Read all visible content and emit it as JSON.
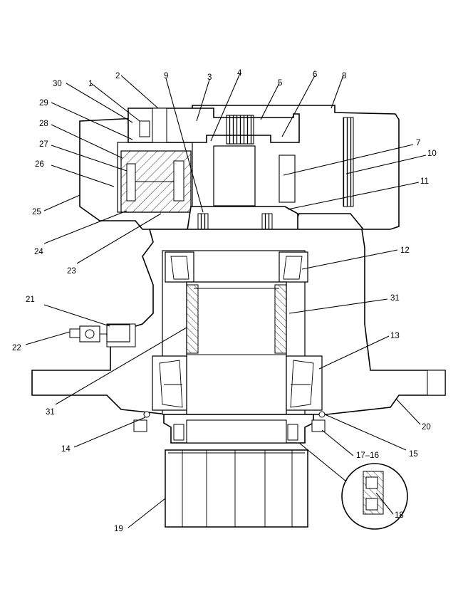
{
  "figure": {
    "colors": {
      "ink": "#000000",
      "paper": "#ffffff"
    },
    "labels": [
      {
        "id": "30",
        "text": "30"
      },
      {
        "id": "1",
        "text": "1"
      },
      {
        "id": "2",
        "text": "2"
      },
      {
        "id": "9",
        "text": "9"
      },
      {
        "id": "3",
        "text": "3"
      },
      {
        "id": "4",
        "text": "4"
      },
      {
        "id": "5",
        "text": "5"
      },
      {
        "id": "6",
        "text": "6"
      },
      {
        "id": "8",
        "text": "8"
      },
      {
        "id": "29",
        "text": "29"
      },
      {
        "id": "28",
        "text": "28"
      },
      {
        "id": "27",
        "text": "27"
      },
      {
        "id": "26",
        "text": "26"
      },
      {
        "id": "25",
        "text": "25"
      },
      {
        "id": "24",
        "text": "24"
      },
      {
        "id": "23",
        "text": "23"
      },
      {
        "id": "7",
        "text": "7"
      },
      {
        "id": "10",
        "text": "10"
      },
      {
        "id": "11",
        "text": "11"
      },
      {
        "id": "12",
        "text": "12"
      },
      {
        "id": "21",
        "text": "21"
      },
      {
        "id": "31a",
        "text": "31"
      },
      {
        "id": "22",
        "text": "22"
      },
      {
        "id": "13",
        "text": "13"
      },
      {
        "id": "31b",
        "text": "31"
      },
      {
        "id": "20",
        "text": "20"
      },
      {
        "id": "14",
        "text": "14"
      },
      {
        "id": "15",
        "text": "15"
      },
      {
        "id": "17-16",
        "text": "17–16"
      },
      {
        "id": "18",
        "text": "18"
      },
      {
        "id": "19",
        "text": "19"
      }
    ]
  }
}
